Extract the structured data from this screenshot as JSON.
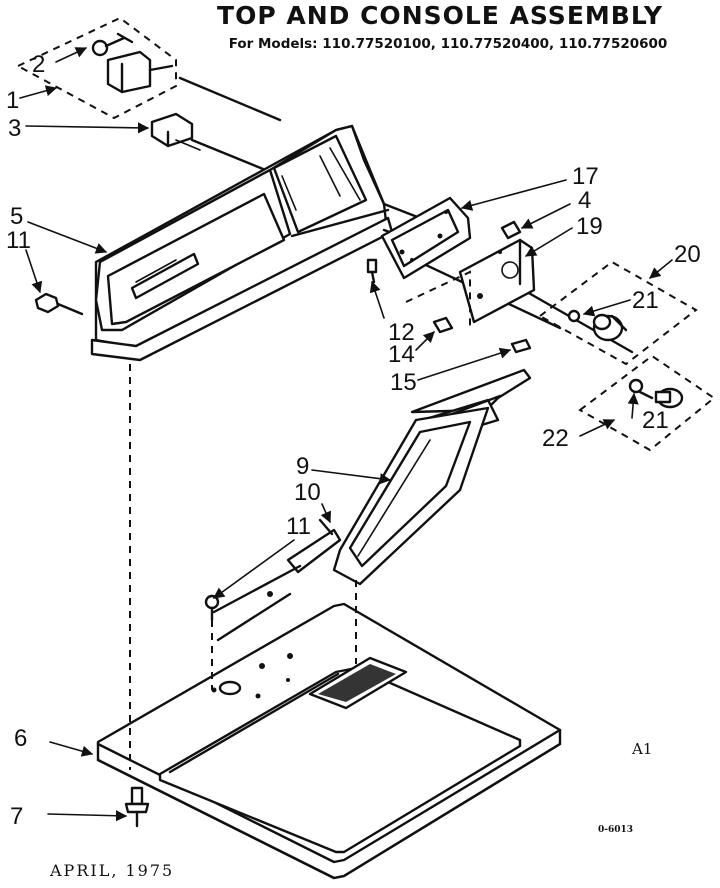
{
  "title": "TOP AND CONSOLE ASSEMBLY",
  "subtitle": "For Models: 110.77520100, 110.77520400, 110.77520600",
  "callouts": {
    "c1": "1",
    "c2": "2",
    "c3": "3",
    "c4": "4",
    "c5": "5",
    "c6": "6",
    "c7": "7",
    "c9": "9",
    "c10": "10",
    "c11a": "11",
    "c11b": "11",
    "c12": "12",
    "c14": "14",
    "c15": "15",
    "c17": "17",
    "c19": "19",
    "c20": "20",
    "c21a": "21",
    "c21b": "21",
    "c22": "22"
  },
  "footer": {
    "date": "APRIL, 1975",
    "page_code": "A1",
    "drawing_number": "0-6013"
  }
}
